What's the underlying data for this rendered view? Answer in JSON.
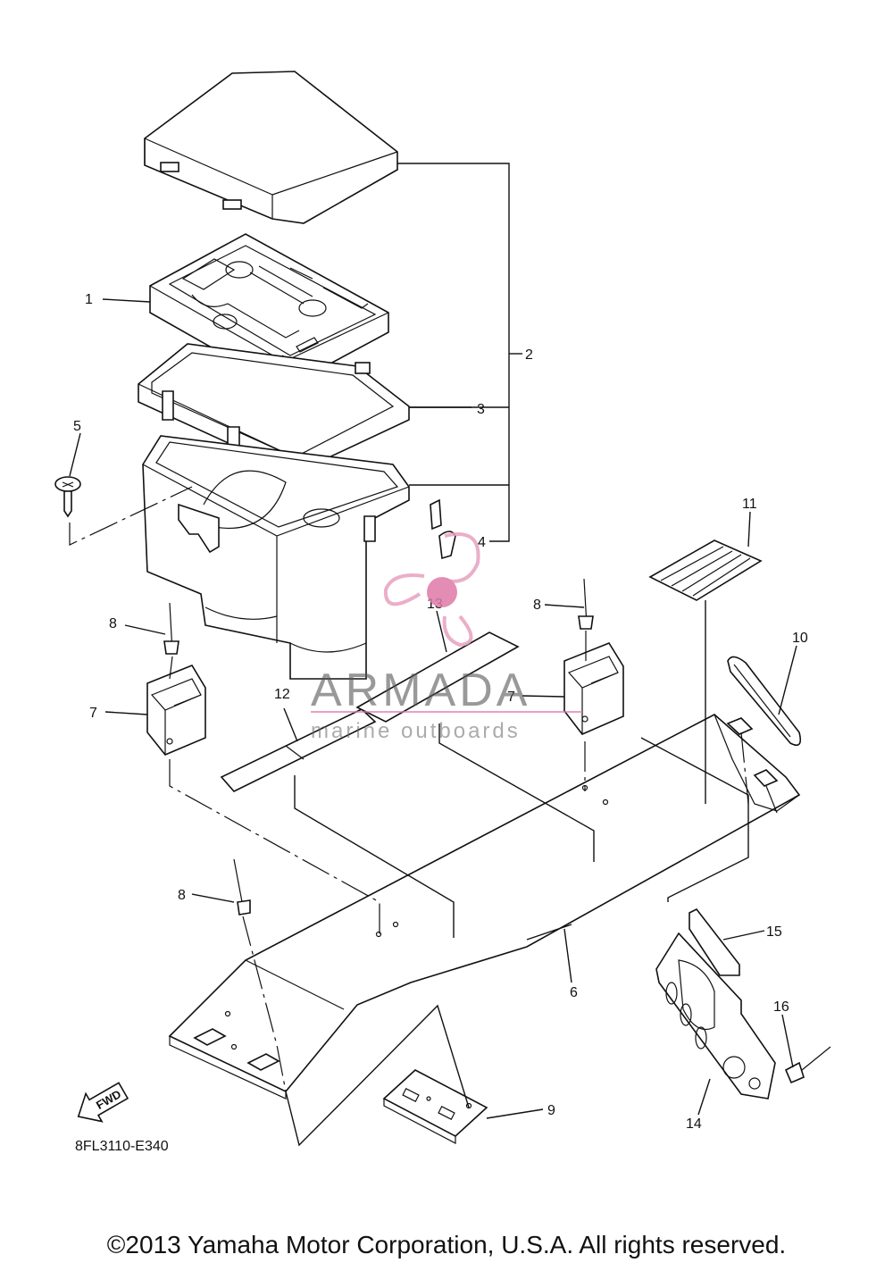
{
  "diagram": {
    "code": "8FL3110-E340",
    "fwd_label": "FWD",
    "callouts": {
      "c1": "1",
      "c2": "2",
      "c3": "3",
      "c4": "4",
      "c5": "5",
      "c6": "6",
      "c7a": "7",
      "c7b": "7",
      "c8a": "8",
      "c8b": "8",
      "c8c": "8",
      "c9": "9",
      "c10": "10",
      "c11": "11",
      "c12": "12",
      "c13": "13",
      "c14": "14",
      "c15": "15",
      "c16": "16"
    }
  },
  "watermark": {
    "brand": "ARMADA",
    "tagline": "marine outboards",
    "colors": {
      "logo": "#e8a0c0",
      "logo_center": "#e07aa8",
      "rule": "#e07aa8"
    }
  },
  "footer": {
    "copyright": "©2013 Yamaha Motor Corporation, U.S.A. All rights reserved."
  }
}
